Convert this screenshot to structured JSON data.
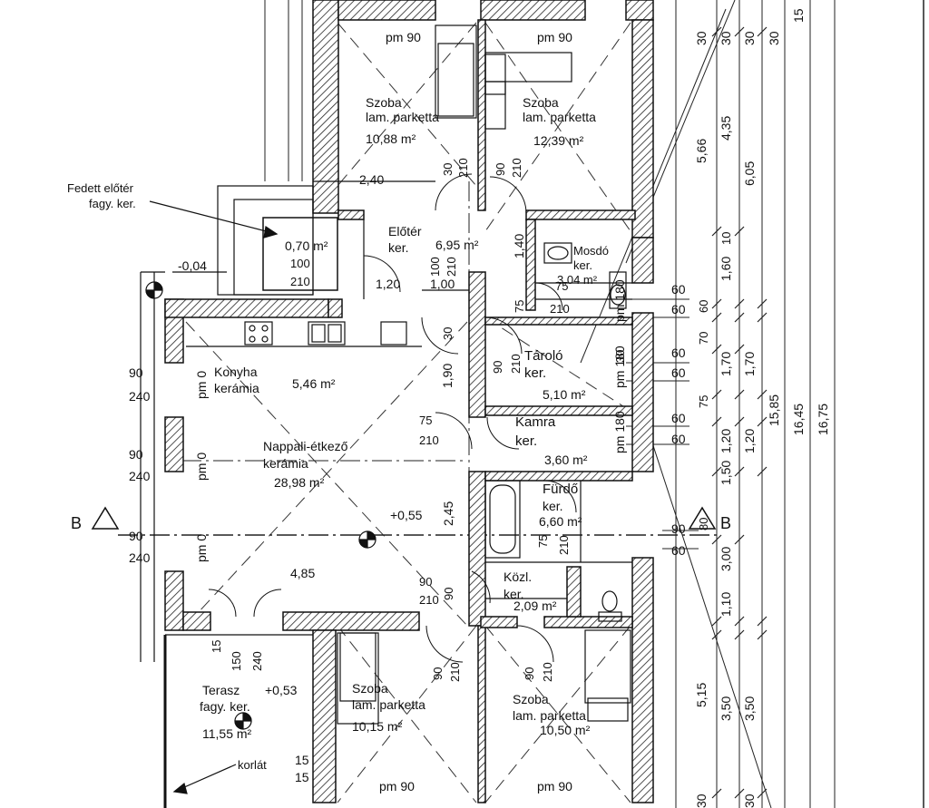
{
  "rooms": {
    "bed1": {
      "line1": "Szoba",
      "line2": "lam. parketta",
      "area": "10,88 m²",
      "sill": "pm 90"
    },
    "bed2": {
      "line1": "Szoba",
      "line2": "lam. parketta",
      "area": "12,39 m²",
      "sill": "pm 90"
    },
    "hall": {
      "line1": "Előtér",
      "line2": "ker.",
      "area": "6,95 m²"
    },
    "wc": {
      "line1": "Mosdó",
      "line2": "ker.",
      "area": "3,04 m²"
    },
    "storage": {
      "line1": "Tároló",
      "line2": "ker.",
      "area": "5,10 m²"
    },
    "pantry": {
      "line1": "Kamra",
      "line2": "ker.",
      "area": "3,60 m²"
    },
    "bath": {
      "line1": "Fürdő",
      "line2": "ker.",
      "area": "6,60 m²"
    },
    "corridor": {
      "line1": "Közl.",
      "line2": "ker.",
      "area": "2,09 m²"
    },
    "kitchen": {
      "line1": "Konyha",
      "line2": "kerámia",
      "area": "5,46 m²"
    },
    "living": {
      "line1": "Nappali-étkező",
      "line2": "kerámia",
      "area": "28,98 m²",
      "level": "+0,55"
    },
    "entry": {
      "area": "0,70 m²"
    },
    "terrace": {
      "line1": "Terasz",
      "line2": "fagy. ker.",
      "area": "11,55 m²",
      "level": "+0,53"
    },
    "bed3": {
      "line1": "Szoba",
      "line2": "lam. parketta",
      "area": "10,15 m²",
      "sill": "pm 90"
    },
    "bed4": {
      "line1": "Szoba",
      "line2": "lam. parketta",
      "area": "10,50 m²",
      "sill": "pm 90"
    }
  },
  "callouts": {
    "covered_entry_1": "Fedett előtér",
    "covered_entry_2": "fagy. ker.",
    "railing": "korlát",
    "level_outside": "-0,04",
    "section_left": "B",
    "section_right": "B"
  },
  "dims": {
    "d240_top": "2,40",
    "d485": "4,85",
    "d120": "1,20",
    "d100": "1,00",
    "d90a": "90",
    "d210a": "210",
    "d100b": "100",
    "d210b": "210",
    "d140": "1,40",
    "d190": "1,90",
    "d245": "2,45",
    "d75a": "75",
    "d210c": "210",
    "d75b": "75",
    "d210d": "210",
    "d75c": "75",
    "d210e": "210",
    "w90a": "90",
    "w240a": "240",
    "w90b": "90",
    "w240b": "240",
    "w90c": "90",
    "w240c": "240",
    "pm0a": "pm 0",
    "pm0b": "pm 0",
    "pm0c": "pm 0",
    "pm180a": "pm 180",
    "pm180b": "pm 180",
    "pm180c": "pm 180",
    "e60a": "60",
    "e60b": "60",
    "e60c": "60",
    "e60d": "60",
    "e60e": "60",
    "e60f": "60",
    "e90": "90",
    "e60g": "60",
    "col1_566": "5,66",
    "col1_515": "5,15",
    "col2_435": "4,35",
    "col2_160": "1,60",
    "col2_170": "1,70",
    "col2_120": "1,20",
    "col2_150": "1,50",
    "col2_300": "3,00",
    "col2_110": "1,10",
    "col2_350": "3,50",
    "col3_605": "6,05",
    "col3_170": "1,70",
    "col3_120": "1,20",
    "col3_350": "3,50",
    "col4_1585": "15,85",
    "col5_1645": "16,45",
    "col6_1675": "16,75",
    "t30": "30",
    "t15": "15",
    "t10": "10",
    "t60": "60",
    "t70": "70",
    "t75": "75",
    "t80": "80",
    "w150": "150",
    "w240d": "240",
    "w15": "15",
    "s15a": "15",
    "s15b": "15"
  }
}
